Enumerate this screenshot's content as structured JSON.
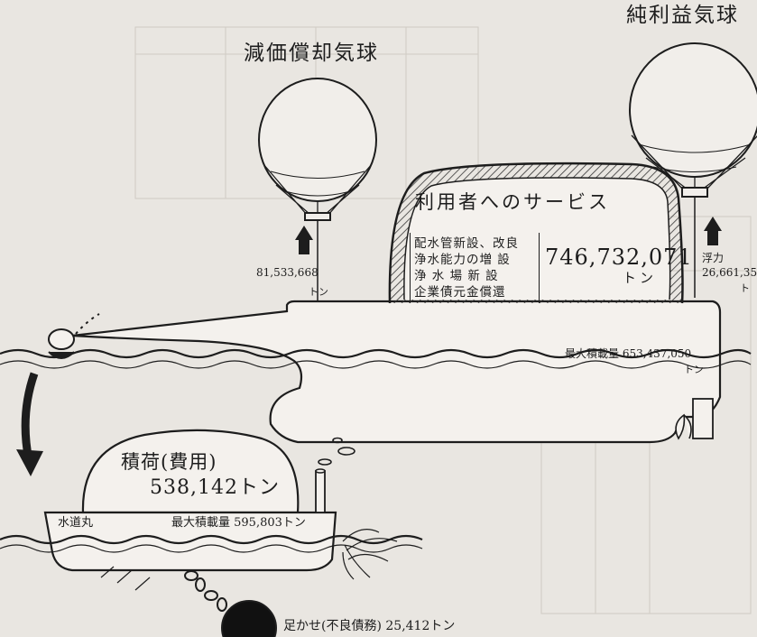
{
  "balloons": {
    "depreciation": {
      "title": "減価償却気球",
      "value": "81,533,668",
      "unit": "トン"
    },
    "net_profit": {
      "title": "純利益気球",
      "buoyancy_label": "浮力",
      "value": "26,661,35",
      "unit": "ト"
    }
  },
  "main_ship": {
    "dome_title": "利用者へのサービス",
    "service_items": [
      "配水管新設、改良",
      "浄水能力の増 設",
      "浄 水 場 新 設",
      "企業債元金償還"
    ],
    "service_value": "746,732,071",
    "service_unit": "トン",
    "max_load": "最大積載量 653,437,050",
    "max_load_unit": "トン"
  },
  "supply_ship": {
    "name": "水道丸",
    "cargo_title": "積荷(費用)",
    "cargo_value": "538,142トン",
    "max_load": "最大積載量 595,803トン"
  },
  "shackle": {
    "label": "足かせ(不良債務) 25,412トン"
  }
}
